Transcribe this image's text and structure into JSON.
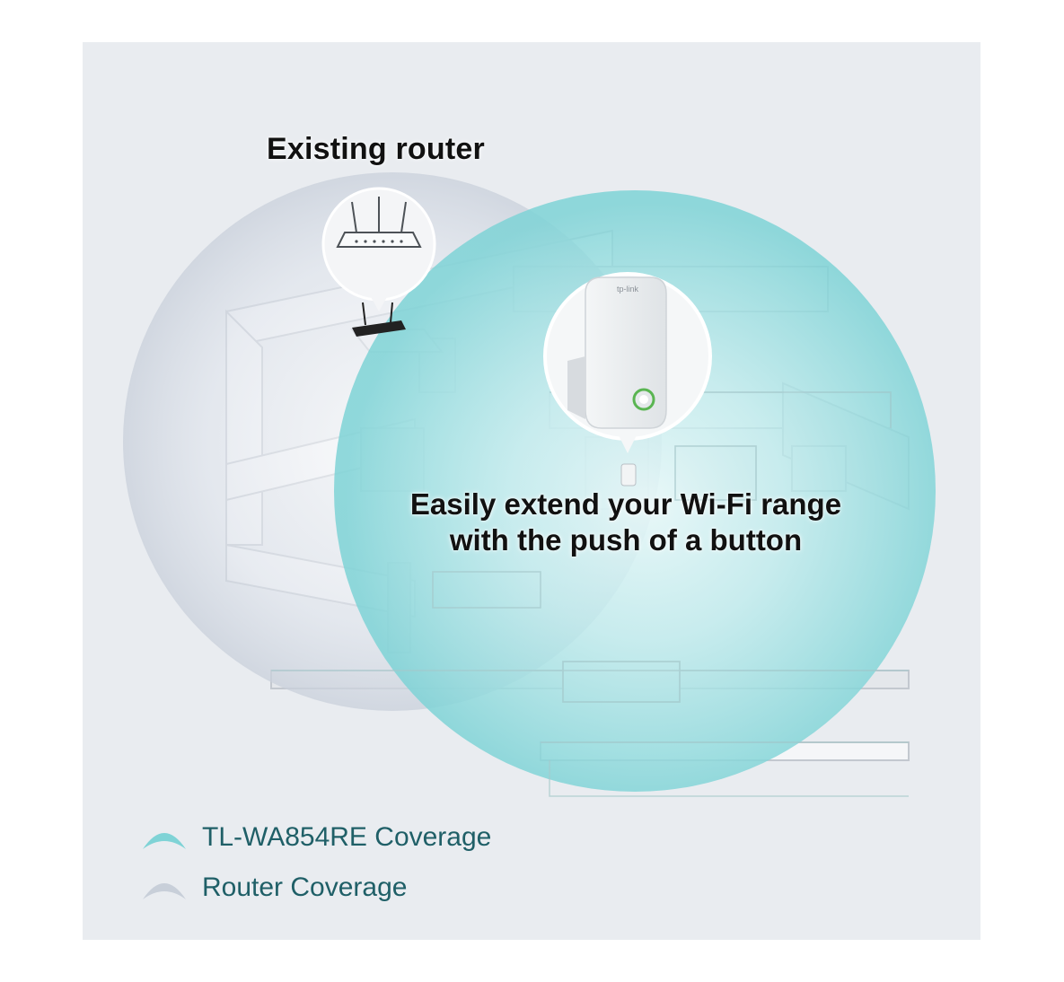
{
  "labels": {
    "existing_router": "Existing router",
    "extend_line1": "Easily extend your Wi-Fi range",
    "extend_line2": "with the push of a button"
  },
  "legend": {
    "items": [
      {
        "label": "TL-WA854RE Coverage",
        "color": "#7fd3d6"
      },
      {
        "label": "Router Coverage",
        "color": "#c8cfd9"
      }
    ]
  },
  "devices": {
    "extender_brand": "tp-link"
  },
  "colors": {
    "background": "#e9ecf0",
    "extender_coverage": "#8fdde0",
    "router_coverage": "#cfd6e0",
    "legend_text": "#1f5f67"
  }
}
